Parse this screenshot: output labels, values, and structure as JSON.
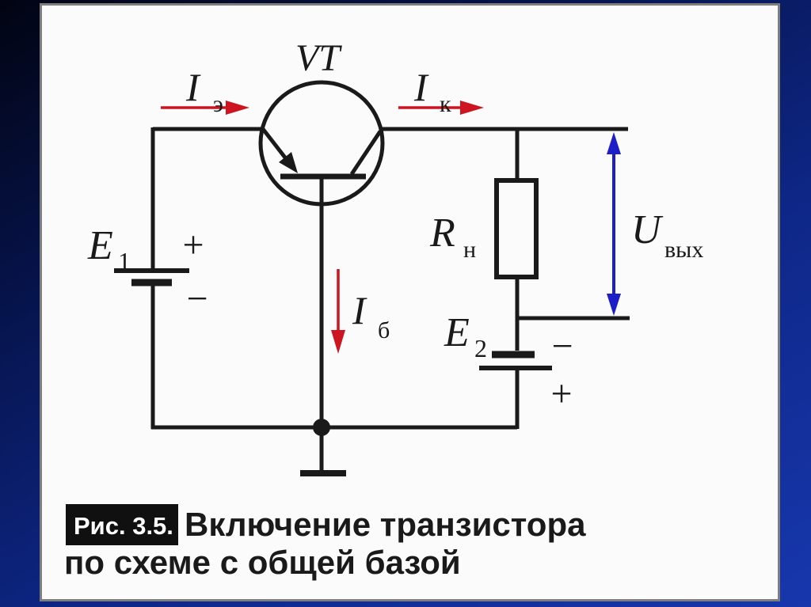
{
  "figure": {
    "transistor_label": "VT",
    "currents": {
      "emitter": {
        "symbol": "I",
        "subscript": "э"
      },
      "collector": {
        "symbol": "I",
        "subscript": "к"
      },
      "base": {
        "symbol": "I",
        "subscript": "б"
      }
    },
    "sources": {
      "e1": {
        "symbol": "E",
        "subscript": "1",
        "plus": "+",
        "minus": "−"
      },
      "e2": {
        "symbol": "E",
        "subscript": "2",
        "plus": "+",
        "minus": "−"
      }
    },
    "load": {
      "symbol": "R",
      "subscript": "н"
    },
    "output_voltage": {
      "symbol": "U",
      "subscript": "вых"
    }
  },
  "caption": {
    "figure_number": "Рис. 3.5.",
    "text_line1": "Включение транзистора",
    "text_line2": "по схеме с общей базой"
  },
  "colors": {
    "current_arrow_red": "#cc1520",
    "voltage_arrow_blue": "#1e1ec8",
    "wire_black": "#1a1a1a",
    "panel_white": "#fbfbfb",
    "panel_border_gray": "#7e7e7e"
  }
}
